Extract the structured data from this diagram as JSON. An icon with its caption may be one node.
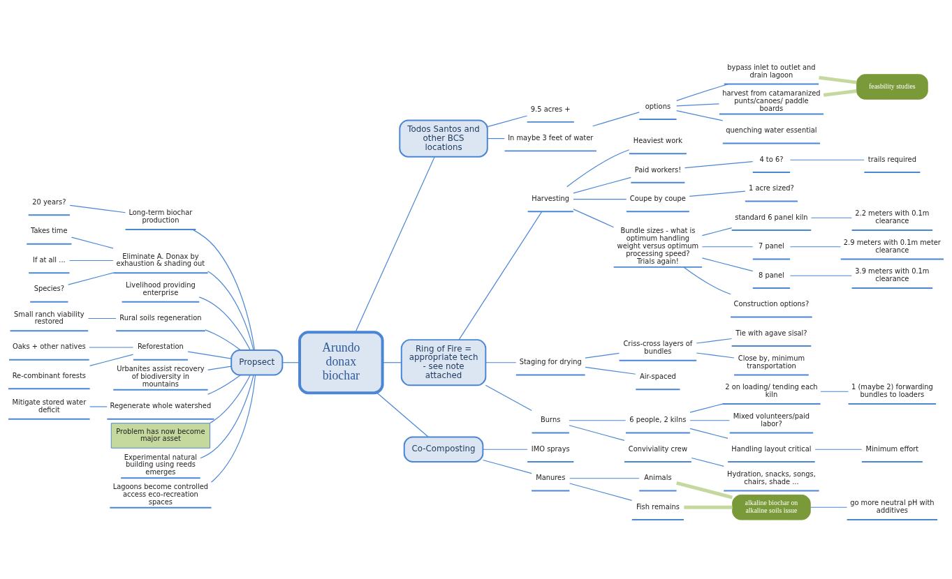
{
  "diagram": {
    "nodes": [
      {
        "text": [
          "Arundo donax biochar"
        ]
      },
      {
        "text": [
          "Todos Santos and other BCS locations"
        ]
      },
      {
        "text": [
          "9.5 acres +"
        ]
      },
      {
        "text": [
          "In maybe 3 feet of water"
        ]
      },
      {
        "text": [
          "options"
        ]
      },
      {
        "text": [
          "bypass inlet to outlet and drain lagoon"
        ]
      },
      {
        "text": [
          "harvest from catamaranized punts/canoes/ paddle boards"
        ]
      },
      {
        "text": [
          "quenching water essential"
        ]
      },
      {
        "text": [
          "feasbility studies"
        ]
      },
      {
        "text": [
          "Ring of Fire = appropriate tech - see note attached"
        ]
      },
      {
        "text": [
          "Harvesting"
        ]
      },
      {
        "text": [
          "Heaviest work"
        ]
      },
      {
        "text": [
          "Paid workers!"
        ]
      },
      {
        "text": [
          "4 to 6?"
        ]
      },
      {
        "text": [
          "trails required"
        ]
      },
      {
        "text": [
          "Coupe by coupe"
        ]
      },
      {
        "text": [
          "1 acre sized?"
        ]
      },
      {
        "text": [
          "Bundle sizes - what is optimum handling weight versus optimum processing speed? Trials again!"
        ]
      },
      {
        "text": [
          "standard 6 panel kiln"
        ]
      },
      {
        "text": [
          "2.2 meters with 0.1m clearance"
        ]
      },
      {
        "text": [
          "7 panel"
        ]
      },
      {
        "text": [
          "2.9 meters with 0.1m meter clearance"
        ]
      },
      {
        "text": [
          "8 panel"
        ]
      },
      {
        "text": [
          "3.9 meters with 0.1m clearance"
        ]
      },
      {
        "text": [
          "Construction options?"
        ]
      },
      {
        "text": [
          "Staging for drying"
        ]
      },
      {
        "text": [
          "Criss-cross layers of bundles"
        ]
      },
      {
        "text": [
          "Tie with agave sisal?"
        ]
      },
      {
        "text": [
          "Close by, minimum transportation"
        ]
      },
      {
        "text": [
          "Air-spaced"
        ]
      },
      {
        "text": [
          "Burns"
        ]
      },
      {
        "text": [
          "6 people, 2 kilns"
        ]
      },
      {
        "text": [
          "2 on loading/ tending each kiln"
        ]
      },
      {
        "text": [
          "1 (maybe 2) forwarding bundles to loaders"
        ]
      },
      {
        "text": [
          "Mixed volunteers/paid labor?"
        ]
      },
      {
        "text": [
          "Handling layout critical"
        ]
      },
      {
        "text": [
          "Minimum effort"
        ]
      },
      {
        "text": [
          "Conviviality crew"
        ]
      },
      {
        "text": [
          "Hydration, snacks, songs, chairs, shade ..."
        ]
      },
      {
        "text": [
          "Co-Composting"
        ]
      },
      {
        "text": [
          "IMO sprays"
        ]
      },
      {
        "text": [
          "Manures"
        ]
      },
      {
        "text": [
          "Animals"
        ]
      },
      {
        "text": [
          "Fish remains"
        ]
      },
      {
        "text": [
          "alkaline biochar on alkaline soils issue"
        ]
      },
      {
        "text": [
          "go more neutral pH with additives"
        ]
      },
      {
        "text": [
          "Propsect"
        ]
      },
      {
        "text": [
          "Long-term biochar production"
        ]
      },
      {
        "text": [
          "20 years?"
        ]
      },
      {
        "text": [
          "Eliminate A. Donax by exhaustion & shading out"
        ]
      },
      {
        "text": [
          "Takes time"
        ]
      },
      {
        "text": [
          "If at all ..."
        ]
      },
      {
        "text": [
          "Species?"
        ]
      },
      {
        "text": [
          "Livelihood providing enterprise"
        ]
      },
      {
        "text": [
          "Rural soils regeneration"
        ]
      },
      {
        "text": [
          "Small ranch viability restored"
        ]
      },
      {
        "text": [
          "Reforestation"
        ]
      },
      {
        "text": [
          "Oaks + other natives"
        ]
      },
      {
        "text": [
          "Re-combinant forests"
        ]
      },
      {
        "text": [
          "Urbanites assist recovery of biodiversity in mountains"
        ]
      },
      {
        "text": [
          "Regenerate whole watershed"
        ]
      },
      {
        "text": [
          "Mitigate stored water deficit"
        ]
      },
      {
        "text": [
          "Problem has now become major asset"
        ]
      },
      {
        "text": [
          "Experimental natural building using reeds emerges"
        ]
      },
      {
        "text": [
          "Lagoons become controlled access eco-recreation spaces"
        ]
      }
    ],
    "edges": [
      {
        "from": 0,
        "to": 1,
        "arrow": "none"
      },
      {
        "from": 1,
        "to": 2,
        "arrow": "none"
      },
      {
        "from": 1,
        "to": 3,
        "arrow": "none"
      },
      {
        "from": 3,
        "to": 4,
        "arrow": "none"
      },
      {
        "from": 4,
        "to": 5,
        "arrow": "none"
      },
      {
        "from": 4,
        "to": 6,
        "arrow": "none"
      },
      {
        "from": 4,
        "to": 7,
        "arrow": "none"
      },
      {
        "from": 5,
        "to": 8,
        "arrow": "none",
        "style": "thick",
        "color": "#c5d89e"
      },
      {
        "from": 6,
        "to": 8,
        "arrow": "none",
        "style": "thick",
        "color": "#c5d89e"
      },
      {
        "from": 0,
        "to": 9,
        "arrow": "none"
      },
      {
        "from": 9,
        "to": 10,
        "arrow": "none"
      },
      {
        "from": 10,
        "to": 11,
        "arrow": "none"
      },
      {
        "from": 10,
        "to": 12,
        "arrow": "none"
      },
      {
        "from": 12,
        "to": 13,
        "arrow": "none"
      },
      {
        "from": 13,
        "to": 14,
        "arrow": "none"
      },
      {
        "from": 10,
        "to": 15,
        "arrow": "none"
      },
      {
        "from": 15,
        "to": 16,
        "arrow": "none"
      },
      {
        "from": 10,
        "to": 17,
        "arrow": "none"
      },
      {
        "from": 17,
        "to": 18,
        "arrow": "none"
      },
      {
        "from": 18,
        "to": 19,
        "arrow": "none"
      },
      {
        "from": 17,
        "to": 20,
        "arrow": "none"
      },
      {
        "from": 20,
        "to": 21,
        "arrow": "none"
      },
      {
        "from": 17,
        "to": 22,
        "arrow": "none"
      },
      {
        "from": 22,
        "to": 23,
        "arrow": "none"
      },
      {
        "from": 17,
        "to": 24,
        "arrow": "none"
      },
      {
        "from": 9,
        "to": 25,
        "arrow": "none"
      },
      {
        "from": 25,
        "to": 26,
        "arrow": "none"
      },
      {
        "from": 26,
        "to": 27,
        "arrow": "none"
      },
      {
        "from": 26,
        "to": 28,
        "arrow": "none"
      },
      {
        "from": 25,
        "to": 29,
        "arrow": "none"
      },
      {
        "from": 9,
        "to": 30,
        "arrow": "none"
      },
      {
        "from": 30,
        "to": 31,
        "arrow": "none"
      },
      {
        "from": 31,
        "to": 32,
        "arrow": "none"
      },
      {
        "from": 32,
        "to": 33,
        "arrow": "none"
      },
      {
        "from": 31,
        "to": 34,
        "arrow": "none"
      },
      {
        "from": 31,
        "to": 35,
        "arrow": "none"
      },
      {
        "from": 35,
        "to": 36,
        "arrow": "none"
      },
      {
        "from": 30,
        "to": 37,
        "arrow": "none"
      },
      {
        "from": 37,
        "to": 38,
        "arrow": "none"
      },
      {
        "from": 0,
        "to": 39,
        "arrow": "none"
      },
      {
        "from": 39,
        "to": 40,
        "arrow": "none"
      },
      {
        "from": 39,
        "to": 41,
        "arrow": "none"
      },
      {
        "from": 41,
        "to": 42,
        "arrow": "none"
      },
      {
        "from": 41,
        "to": 43,
        "arrow": "none"
      },
      {
        "from": 42,
        "to": 44,
        "arrow": "none",
        "style": "thick",
        "color": "#c5d89e"
      },
      {
        "from": 43,
        "to": 44,
        "arrow": "none",
        "style": "thick",
        "color": "#c5d89e"
      },
      {
        "from": 44,
        "to": 45,
        "arrow": "none"
      },
      {
        "from": 0,
        "to": 46,
        "arrow": "none"
      },
      {
        "from": 46,
        "to": 47,
        "arrow": "none"
      },
      {
        "from": 47,
        "to": 48,
        "arrow": "none"
      },
      {
        "from": 46,
        "to": 49,
        "arrow": "none"
      },
      {
        "from": 49,
        "to": 50,
        "arrow": "none"
      },
      {
        "from": 49,
        "to": 51,
        "arrow": "none"
      },
      {
        "from": 49,
        "to": 52,
        "arrow": "none"
      },
      {
        "from": 46,
        "to": 53,
        "arrow": "none"
      },
      {
        "from": 46,
        "to": 54,
        "arrow": "none"
      },
      {
        "from": 54,
        "to": 55,
        "arrow": "none"
      },
      {
        "from": 46,
        "to": 56,
        "arrow": "none"
      },
      {
        "from": 56,
        "to": 57,
        "arrow": "none"
      },
      {
        "from": 56,
        "to": 58,
        "arrow": "none"
      },
      {
        "from": 46,
        "to": 59,
        "arrow": "none"
      },
      {
        "from": 46,
        "to": 60,
        "arrow": "none"
      },
      {
        "from": 60,
        "to": 61,
        "arrow": "none"
      },
      {
        "from": 46,
        "to": 62,
        "arrow": "none"
      },
      {
        "from": 46,
        "to": 63,
        "arrow": "none"
      },
      {
        "from": 46,
        "to": 64,
        "arrow": "none"
      }
    ]
  }
}
